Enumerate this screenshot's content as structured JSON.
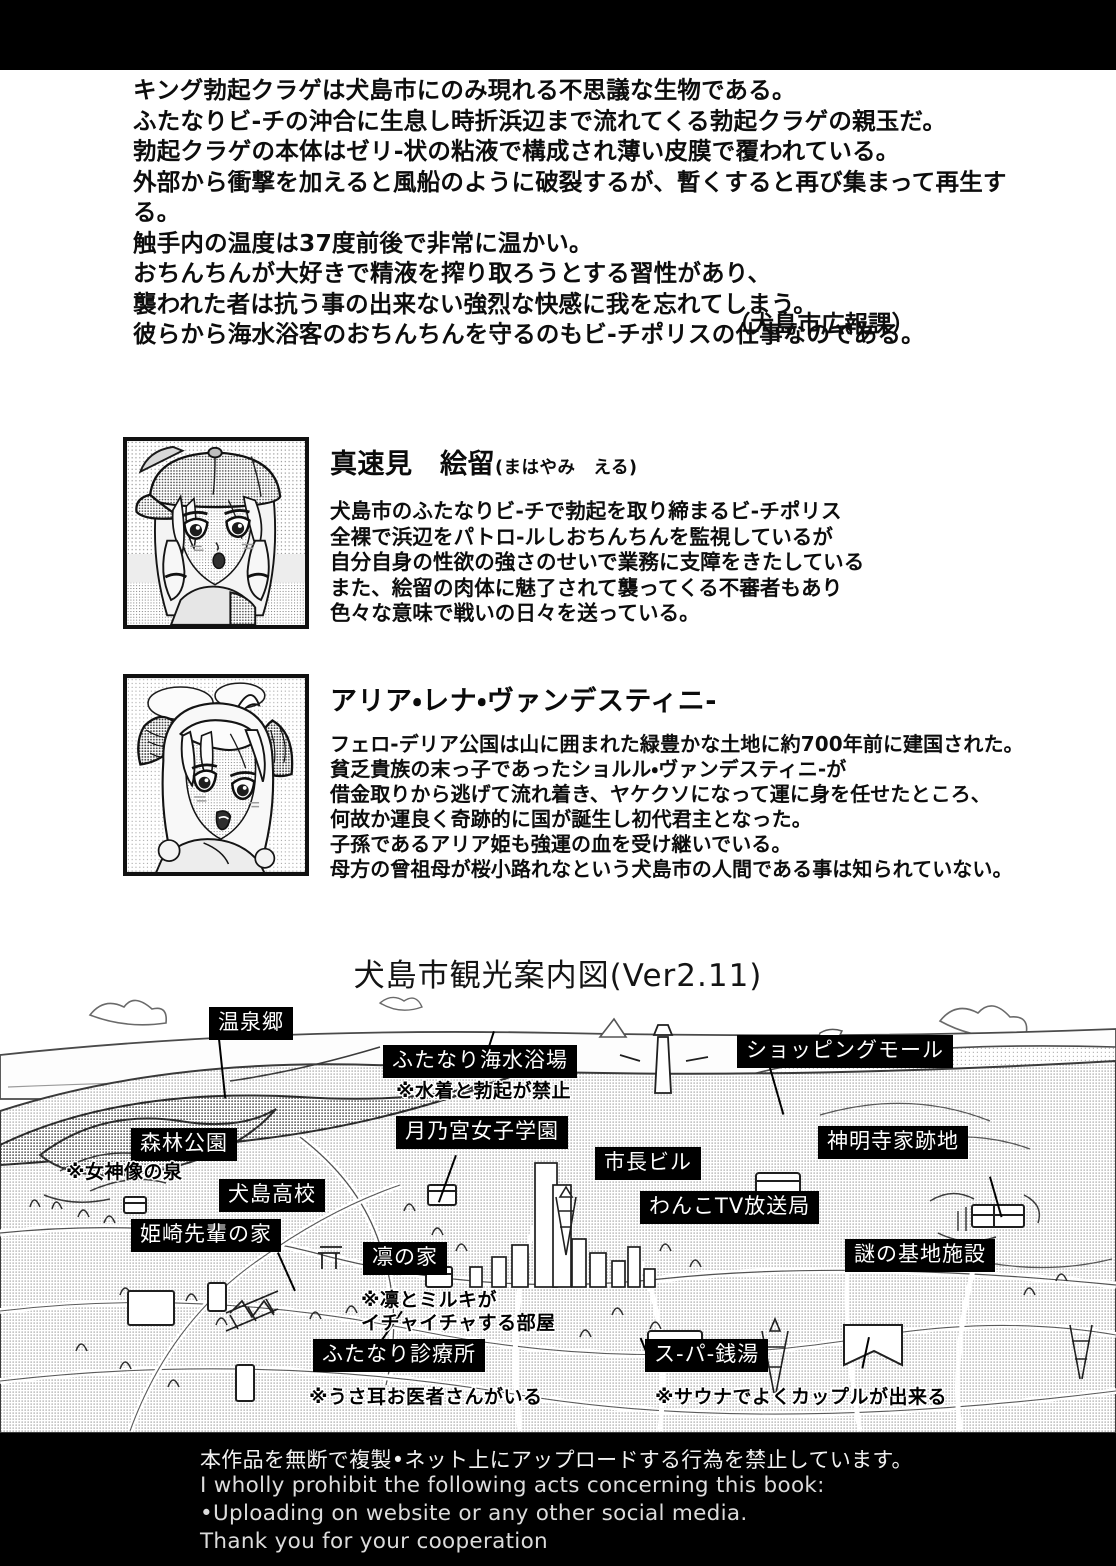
{
  "intro": {
    "body": "キング勃起クラゲは犬島市にのみ現れる不思議な生物である。\nふたなりビ-チの沖合に生息し時折浜辺まで流れてくる勃起クラゲの親玉だ。\n勃起クラゲの本体はゼリ-状の粘液で構成され薄い皮膜で覆われている。\n外部から衝撃を加えると風船のように破裂するが、暫くすると再び集まって再生する。\n触手内の温度は37度前後で非常に温かい。\nおちんちんが大好きで精液を搾り取ろうとする習性があり、\n襲われた者は抗う事の出来ない強烈な快感に我を忘れてしまう。\n彼らから海水浴客のおちんちんを守るのもビ-チポリスの仕事なのである。",
    "signature": "（犬島市広報課）"
  },
  "profiles": [
    {
      "name": "真速見　絵留",
      "reading": "(まはやみ　える)",
      "portrait_alt": "cap-girl-portrait",
      "description": "犬島市のふたなりビ-チで勃起を取り締まるビ-チポリス\n全裸で浜辺をパトロ-ルしおちんちんを監視しているが\n自分自身の性欲の強さのせいで業務に支障をきたしている\nまた、絵留の肉体に魅了されて襲ってくる不審者もあり\n色々な意味で戦いの日々を送っている。"
    },
    {
      "name": "アリア・レナ・ヴァンデスティニ-",
      "reading": "",
      "portrait_alt": "twintail-girl-portrait",
      "description": "フェロ-デリア公国は山に囲まれた緑豊かな土地に約700年前に建国された。\n貧乏貴族の末っ子であったショルル・ヴァンデスティニ-が\n借金取りから逃げて流れ着き、ヤケクソになって運に身を任せたところ、\n何故か運良く奇跡的に国が誕生し初代君主となった。\n子孫であるアリア姫も強運の血を受け継いでいる。\n母方の曾祖母が桜小路れなという犬島市の人間である事は知られていない。"
    }
  ],
  "map": {
    "title": "犬島市観光案内図(Ver2.11)",
    "labels": [
      {
        "id": "onsen-kyo",
        "text": "温泉郷"
      },
      {
        "id": "futanari-beach",
        "text": "ふたなり海水浴場"
      },
      {
        "id": "shopping-mall",
        "text": "ショッピングモール"
      },
      {
        "id": "shinrin-park",
        "text": "森林公園"
      },
      {
        "id": "tsukinomiya",
        "text": "月乃宮女子学園"
      },
      {
        "id": "mayor-building",
        "text": "市長ビル"
      },
      {
        "id": "shinmeiji-ruins",
        "text": "神明寺家跡地"
      },
      {
        "id": "inujima-koukou",
        "text": "犬島高校"
      },
      {
        "id": "wanko-tv",
        "text": "わんこTV放送局"
      },
      {
        "id": "himesaki-house",
        "text": "姫崎先輩の家"
      },
      {
        "id": "rin-house",
        "text": "凛の家"
      },
      {
        "id": "mystery-base",
        "text": "謎の基地施設"
      },
      {
        "id": "futanari-clinic",
        "text": "ふたなり診療所"
      },
      {
        "id": "super-sento",
        "text": "ス-パ-銭湯"
      }
    ],
    "notes": [
      {
        "id": "beach-note",
        "text": "※水着と勃起が禁止"
      },
      {
        "id": "spring-note",
        "text": "※女神像の泉"
      },
      {
        "id": "rin-note",
        "text": "※凛とミルキが\nイチャイチャする部屋"
      },
      {
        "id": "clinic-note",
        "text": "※うさ耳お医者さんがいる"
      },
      {
        "id": "sento-note",
        "text": "※サウナでよくカップルが出来る"
      }
    ]
  },
  "footer": {
    "jp": "本作品を無断で複製•ネット上にアップロードする行為を禁止しています。",
    "en": "I wholly prohibit the following acts concerning this book:\n•Uploading on website or any other social media.\nThank you for your cooperation"
  }
}
